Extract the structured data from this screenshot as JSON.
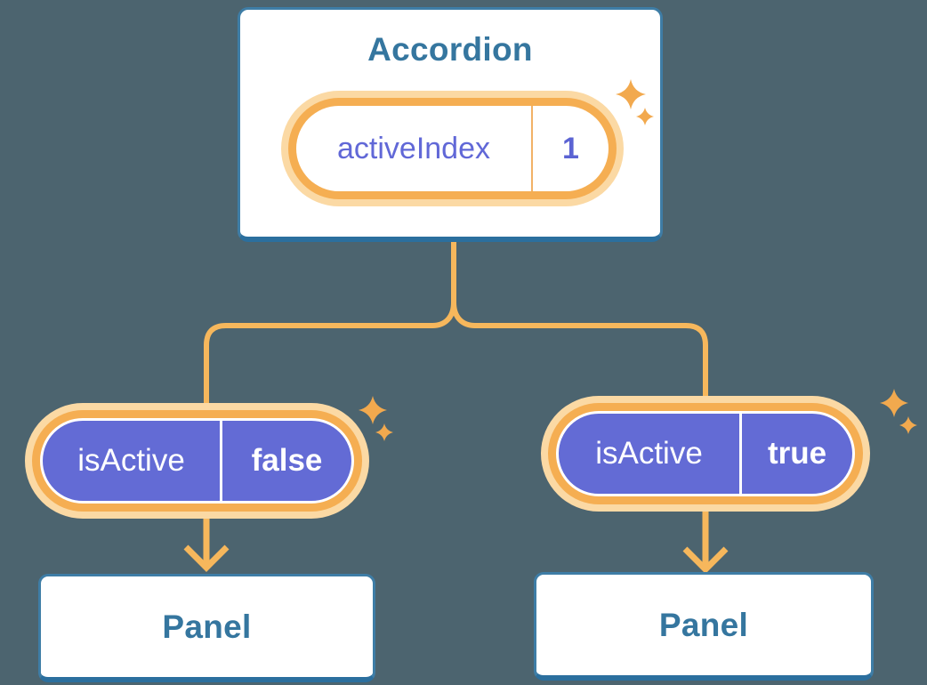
{
  "diagram": {
    "root": {
      "title": "Accordion",
      "state": {
        "name": "activeIndex",
        "value": "1"
      }
    },
    "branches": {
      "left": {
        "prop": {
          "name": "isActive",
          "value": "false"
        },
        "panel": {
          "title": "Panel"
        }
      },
      "right": {
        "prop": {
          "name": "isActive",
          "value": "true"
        },
        "panel": {
          "title": "Panel"
        }
      }
    }
  },
  "icons": {
    "sparkle": "sparkle-icon"
  },
  "colors": {
    "background": "#4C646F",
    "box_border": "#3E7DA6",
    "box_border_bottom": "#2B6F9E",
    "box_text_blue": "#35769F",
    "pill_purple": "#636BD5",
    "pill_text_white": "#FFFFFF",
    "state_text_purple": "#6168D7",
    "ring_orange": "#F5AE52",
    "halo_peach": "#FBD9A4",
    "connector_orange": "#F6B75C",
    "sparkle_orange": "#F2A94E"
  }
}
